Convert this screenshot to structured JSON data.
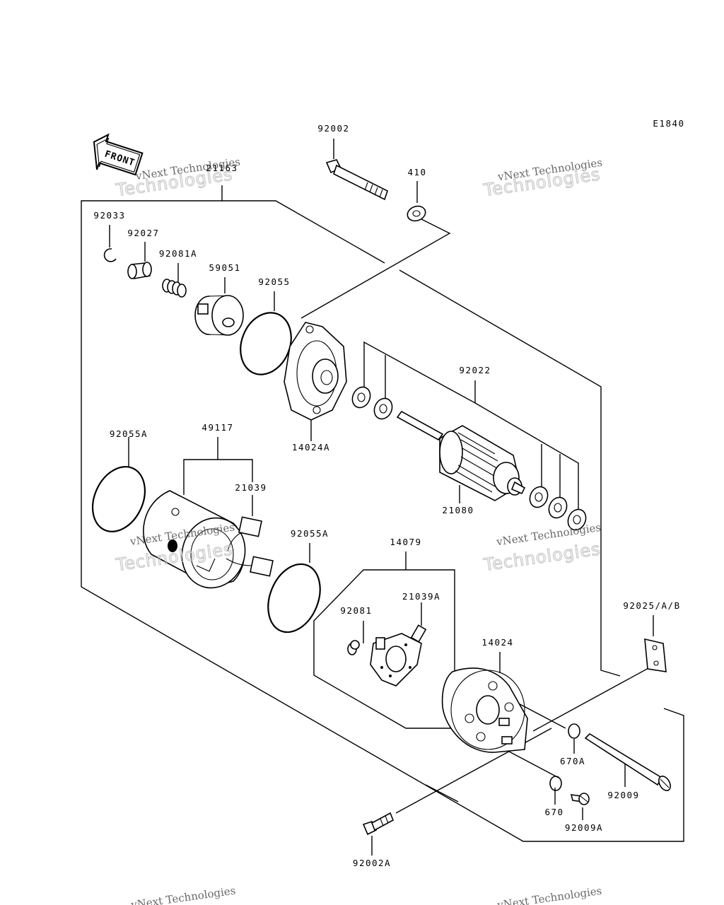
{
  "diagram": {
    "code": "E1840",
    "front_label": "FRONT",
    "watermark": {
      "line1": "vNext Technologies",
      "line2": "Technologies"
    },
    "parts": {
      "p92002": "92002",
      "p410": "410",
      "p21163": "21163",
      "p92033": "92033",
      "p92027": "92027",
      "p92081A": "92081A",
      "p59051": "59051",
      "p92055": "92055",
      "p92022": "92022",
      "p14024A": "14024A",
      "p92055A_1": "92055A",
      "p49117": "49117",
      "p21039": "21039",
      "p21080": "21080",
      "p92055A_2": "92055A",
      "p14079": "14079",
      "p21039A": "21039A",
      "p92081": "92081",
      "p92025": "92025/A/B",
      "p14024": "14024",
      "p670A": "670A",
      "p92009": "92009",
      "p670": "670",
      "p92009A": "92009A",
      "p92002A": "92002A"
    }
  }
}
